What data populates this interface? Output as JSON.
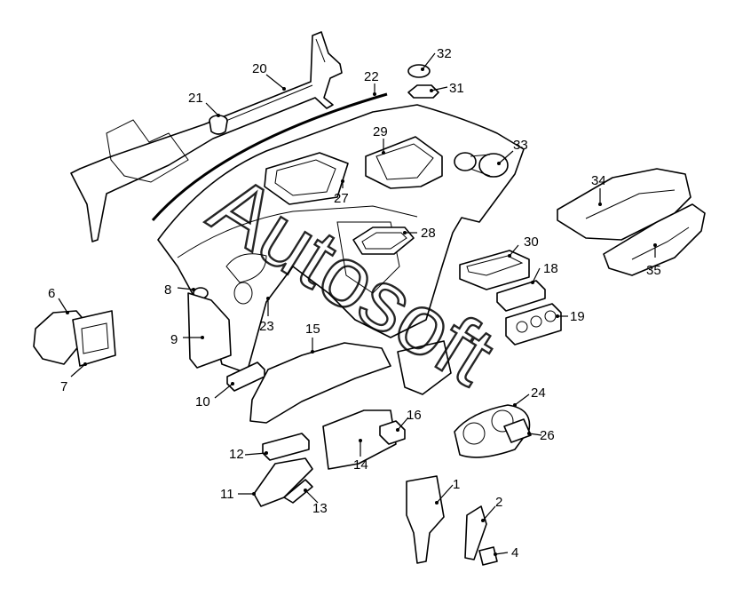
{
  "diagram": {
    "watermark": "Autosoft",
    "callouts": [
      {
        "id": "1",
        "label": "1"
      },
      {
        "id": "2",
        "label": "2"
      },
      {
        "id": "4",
        "label": "4"
      },
      {
        "id": "6",
        "label": "6"
      },
      {
        "id": "7",
        "label": "7"
      },
      {
        "id": "8",
        "label": "8"
      },
      {
        "id": "9",
        "label": "9"
      },
      {
        "id": "10",
        "label": "10"
      },
      {
        "id": "11",
        "label": "11"
      },
      {
        "id": "12",
        "label": "12"
      },
      {
        "id": "13",
        "label": "13"
      },
      {
        "id": "14",
        "label": "14"
      },
      {
        "id": "15",
        "label": "15"
      },
      {
        "id": "16",
        "label": "16"
      },
      {
        "id": "18",
        "label": "18"
      },
      {
        "id": "19",
        "label": "19"
      },
      {
        "id": "20",
        "label": "20"
      },
      {
        "id": "21",
        "label": "21"
      },
      {
        "id": "22",
        "label": "22"
      },
      {
        "id": "23",
        "label": "23"
      },
      {
        "id": "24",
        "label": "24"
      },
      {
        "id": "26",
        "label": "26"
      },
      {
        "id": "27",
        "label": "27"
      },
      {
        "id": "28",
        "label": "28"
      },
      {
        "id": "29",
        "label": "29"
      },
      {
        "id": "30",
        "label": "30"
      },
      {
        "id": "31",
        "label": "31"
      },
      {
        "id": "32",
        "label": "32"
      },
      {
        "id": "33",
        "label": "33"
      },
      {
        "id": "34",
        "label": "34"
      },
      {
        "id": "35",
        "label": "35"
      }
    ]
  }
}
